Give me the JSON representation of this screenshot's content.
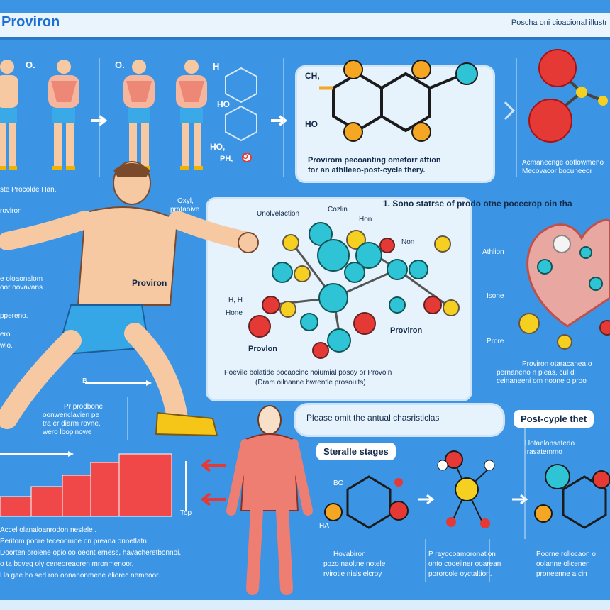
{
  "header": {
    "title": "Proviron",
    "subtitle": "Poscha oni cioacional illustr"
  },
  "figures": {
    "label_o1": "O.",
    "label_o2": "O.",
    "left_caption": "ste Procolde Han.",
    "h_label": "H",
    "ho_label": "HO",
    "ho2_label": "HO,",
    "ph_label": "PH,",
    "o_label": "O"
  },
  "top_center_panel": {
    "ch_label": "CH,",
    "ho_label": "HO",
    "caption_line1": "Provirom pecoanting omeforr aftion",
    "caption_line2": "for an athlleeo-post-cycle thery."
  },
  "top_right": {
    "caption_line1": "Acmanecnge ooflowmeno",
    "caption_line2": "Mecovacor bocuneeor"
  },
  "athlete_notes": {
    "oxyl": "Oxyl,",
    "oxyl2": "protaoive",
    "left1": "rovlron",
    "left2": "e oloaonalom",
    "left3": "oor oovavans",
    "left4": "ppereno.",
    "left5": "ero.",
    "left6": "wlo.",
    "proviron": "Proviron"
  },
  "center_molecule_panel": {
    "unlabel": "Unolvelaction",
    "cozlin": "Cozlin",
    "hon": "Hon",
    "non": "Non",
    "h_label": "H, H",
    "hone_label": "Hone",
    "proviron_left": "Provlon",
    "proviron_right": "Provlron",
    "caption_line1": "Poevile bolatide pocaocinc hoiumial posoy or Provoin",
    "caption_line2": "(Dram oilnanne bwrentle prosouits)"
  },
  "right_side": {
    "headline": "1. Sono statrse of prodo otne pocecrop oin tha",
    "athlion": "Athlion",
    "isone": "Isone",
    "prore": "Prore",
    "caption_line1": "Proviron otaracanea o",
    "caption_line2": "pernaneno n pieas, cul di",
    "caption_line3": "ceinaneeni om noone o proo"
  },
  "lower_left": {
    "label_b": "B",
    "pr_line1": "Pr prodbone",
    "pr_line2": "oonwenclavien pe",
    "pr_line3": "tra er diarm rovne,",
    "pr_line4": "wero lbopinowe",
    "top_label": "Top"
  },
  "bottom_text": {
    "line1": "Accel olanaloanrodon neslele .",
    "line2": "Peritom poore teceoomoe on preana onnetlatn.",
    "line3": "Doorten oroiene opioloo oeont erness, havacheretbonnoi,",
    "line4": "o ta boveg oly ceneoreaoren mronmenoor,",
    "line5": "Ha gae bo sed roo onnanonmene eliorec nemeoor."
  },
  "bottom_panels": {
    "omit_banner": "Please omit the antual chasristiclas",
    "post_cycle": "Post-cyple thet",
    "sterile": "Steralle stages",
    "b0": "BO",
    "ha": "HA",
    "hol1": "Hotaelonsatedo",
    "hol2": "Irasatemmo",
    "cap1_line1": "Hovabiron",
    "cap1_line2": "pozo naoltne notele",
    "cap1_line3": "rvirotie nialslelcroy",
    "cap2_line1": "P  rayocoamoronation",
    "cap2_line2": "onto cooeilner ooarean",
    "cap2_line3": "pororcole oyctaltion.",
    "cap3_line1": "Poorne rollocaon o",
    "cap3_line2": "oolanne ollcenen",
    "cap3_line3": "proneenne a cin"
  },
  "colors": {
    "background": "#3b95e4",
    "panel": "#e6f2fc",
    "atom_orange": "#f5a623",
    "atom_cyan": "#2ec4d6",
    "atom_red": "#e53935",
    "atom_yellow": "#f5d020",
    "bar_red": "#f04848"
  }
}
